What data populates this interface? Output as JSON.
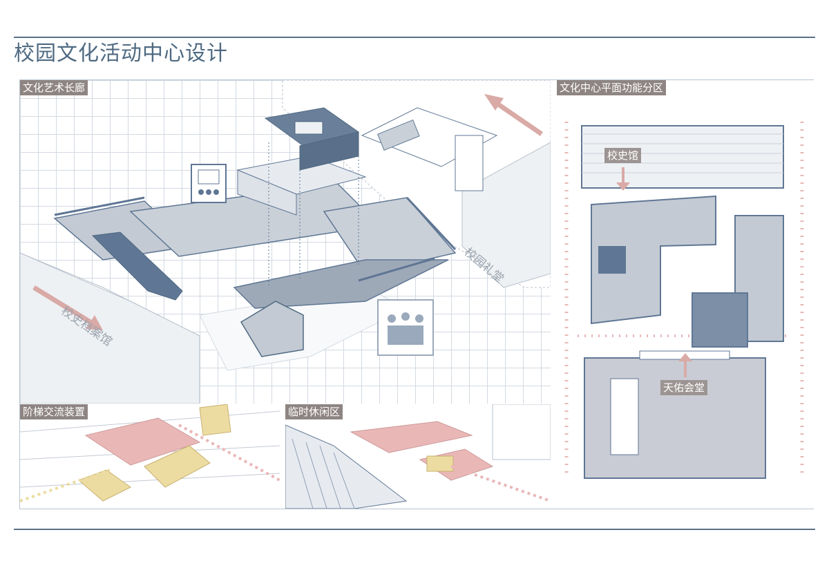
{
  "page": {
    "title": "校园文化活动中心设计"
  },
  "panels": {
    "main": {
      "label": "文化艺术长廊",
      "building_left": "校史档案馆",
      "building_right": "校园礼堂"
    },
    "plan": {
      "label": "文化中心平面功能分区",
      "zone_north": "校史馆",
      "zone_south": "天佑会堂"
    },
    "stairs": {
      "label": "阶梯交流装置"
    },
    "rest": {
      "label": "临时休闲区"
    }
  },
  "colors": {
    "accent": "#4f6a82",
    "structure": "#5f7694",
    "tag_bg": "#8e8583",
    "pink": "#eab7b7",
    "yellow": "#ecdca1",
    "arrow": "#d9aaa6"
  },
  "icons": [
    "gallery-icon",
    "crowd-icon",
    "arrow-icon"
  ]
}
